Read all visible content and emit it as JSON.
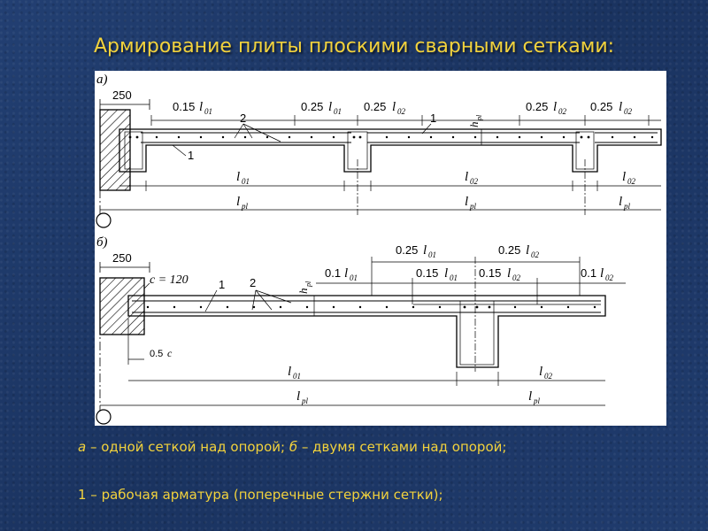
{
  "title": "Армирование плиты плоскими сварными сетками:",
  "diagram": {
    "a": {
      "label": "а)",
      "wall_width": "250",
      "dim_015_l01": "0.15",
      "dim_025_l01": "0.25",
      "dim_025_l02_left": "0.25",
      "dim_025_l02_mid": "0.25",
      "dim_025_l02_right": "0.25",
      "marker_1_top": "1",
      "marker_2": "2",
      "marker_1_bottom": "1",
      "l01": "l01",
      "l02_mid": "l02",
      "l02_right": "l02",
      "lpl_left": "lpl",
      "lpl_mid": "lpl",
      "lpl_right": "lpl",
      "hpl": "hpl"
    },
    "b": {
      "label": "б)",
      "wall_width": "250",
      "c_equals": "c = 120",
      "marker_1": "1",
      "marker_2": "2",
      "hpl": "hpl",
      "dim_01_l01": "0.1",
      "dim_025_l01": "0.25",
      "dim_025_l02": "0.25",
      "dim_015_l01": "0.15",
      "dim_015_l02": "0.15",
      "dim_01_l02": "0.1",
      "half_c": "0.5",
      "half_c_var": "c",
      "l01": "l01",
      "l02": "l02",
      "lpl_left": "lpl",
      "lpl_right": "lpl"
    }
  },
  "captions": {
    "line1_a": "а",
    "line1_a_text": " – одной сеткой над опорой; ",
    "line1_b": "б",
    "line1_b_text": " – двумя сетками над опорой;",
    "line2": "1 – рабочая арматура (поперечные стержни сетки);"
  },
  "colors": {
    "background": "#1c3766",
    "title": "#f2d23c",
    "caption": "#f2d23c",
    "figure": "#ffffff"
  }
}
